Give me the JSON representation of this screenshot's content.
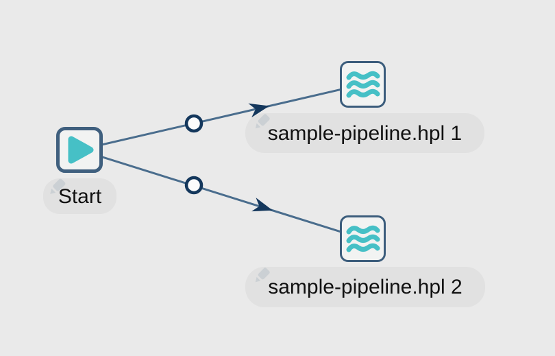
{
  "workflow": {
    "title": "workflow-canvas",
    "nodes": [
      {
        "id": "start",
        "type": "start",
        "label": "Start",
        "icon": "play-icon"
      },
      {
        "id": "pipeline-1",
        "type": "pipeline",
        "label": "sample-pipeline.hpl 1",
        "icon": "pipeline-waves-icon"
      },
      {
        "id": "pipeline-2",
        "type": "pipeline",
        "label": "sample-pipeline.hpl 2",
        "icon": "pipeline-waves-icon"
      }
    ],
    "hops": [
      {
        "from": "Start",
        "to": "sample-pipeline.hpl 1",
        "marker": "circle",
        "arrow": true
      },
      {
        "from": "Start",
        "to": "sample-pipeline.hpl 2",
        "marker": "circle",
        "arrow": true
      }
    ],
    "colors": {
      "canvas_background": "#eaeaea",
      "label_background": "#e1e1e1",
      "label_text": "#111111",
      "node_fill": "#f2f3f2",
      "start_node_border": "#3f5f7e",
      "pipeline_node_border": "#3c5d7c",
      "hop_line": "#4a6d8d",
      "hop_marker": "#14375c",
      "icon_teal": "#46c0c6",
      "edit_pencil": "#cbd0d4"
    }
  }
}
